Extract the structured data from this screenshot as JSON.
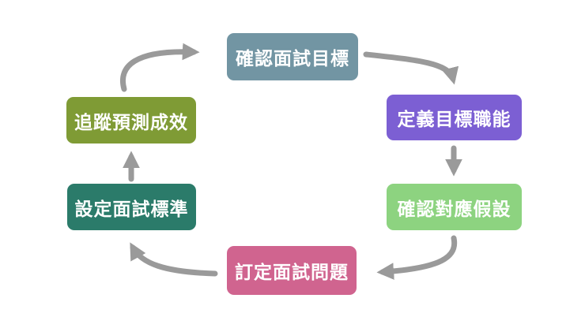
{
  "diagram": {
    "type": "cycle-flowchart",
    "background_color": "#ffffff",
    "arrow_color": "#9a9a9a",
    "nodes": [
      {
        "id": "confirm-interview-goal",
        "label": "確認面試目標",
        "color": "#7295a3",
        "position": "top"
      },
      {
        "id": "define-target-competency",
        "label": "定義目標職能",
        "color": "#7c5fd3",
        "position": "right-top"
      },
      {
        "id": "confirm-hypothesis",
        "label": "確認對應假設",
        "color": "#8dd380",
        "position": "right-bottom"
      },
      {
        "id": "set-interview-questions",
        "label": "訂定面試問題",
        "color": "#d0648f",
        "position": "bottom"
      },
      {
        "id": "set-interview-criteria",
        "label": "設定面試標準",
        "color": "#2b7b6a",
        "position": "left-bottom"
      },
      {
        "id": "track-prediction-results",
        "label": "追蹤預測成效",
        "color": "#7f9b35",
        "position": "left-top"
      }
    ],
    "edges": [
      {
        "from": "追蹤預測成效",
        "to": "確認面試目標",
        "shape": "curved",
        "direction": "up-right"
      },
      {
        "from": "確認面試目標",
        "to": "定義目標職能",
        "shape": "curved",
        "direction": "right-down"
      },
      {
        "from": "定義目標職能",
        "to": "確認對應假設",
        "shape": "straight",
        "direction": "down"
      },
      {
        "from": "確認對應假設",
        "to": "訂定面試問題",
        "shape": "curved",
        "direction": "down-left"
      },
      {
        "from": "訂定面試問題",
        "to": "設定面試標準",
        "shape": "curved",
        "direction": "left-up"
      },
      {
        "from": "設定面試標準",
        "to": "追蹤預測成效",
        "shape": "straight",
        "direction": "up"
      }
    ]
  }
}
